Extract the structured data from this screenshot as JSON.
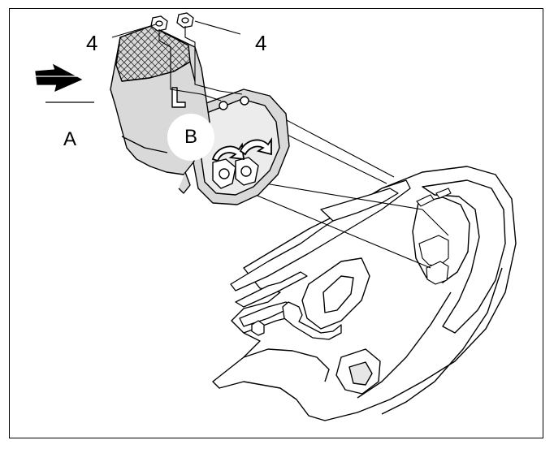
{
  "figure": {
    "labels": {
      "nut_left": "4",
      "nut_right": "4",
      "direction": "A",
      "detail": "B"
    },
    "icons": [
      "direction-arrow-icon",
      "rotation-arrow-icon"
    ],
    "colors": {
      "line": "#000000",
      "fill_grey": "#d9d9d9",
      "background": "#ffffff"
    }
  }
}
